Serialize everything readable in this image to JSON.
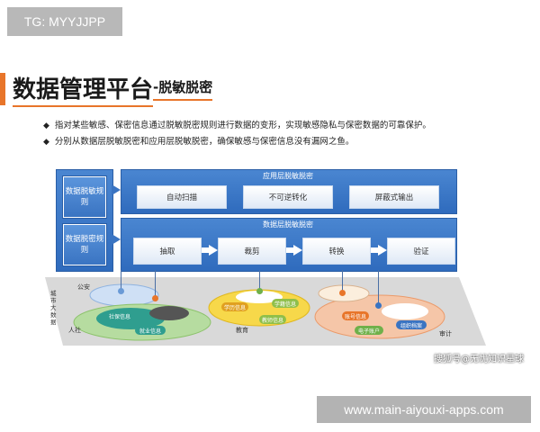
{
  "tag": "TG: MYYJJPP",
  "title": {
    "main": "数据管理平台",
    "sub": "-脱敏脱密"
  },
  "bullets": [
    "指对某些敏感、保密信息通过脱敏脱密规则进行数据的变形，实现敏感隐私与保密数据的可靠保护。",
    "分别从数据层脱敏脱密和应用层脱敏脱密，确保敏感与保密信息没有漏网之鱼。"
  ],
  "diagram": {
    "left_boxes": [
      "数据脱敏规则",
      "数据脱密规则"
    ],
    "app_layer": {
      "header": "应用层脱敏脱密",
      "items": [
        "自动扫描",
        "不可逆转化",
        "屏蔽式输出"
      ]
    },
    "data_layer": {
      "header": "数据层脱敏脱密",
      "steps": [
        "抽取",
        "裁剪",
        "转换",
        "验证"
      ]
    },
    "floor": {
      "side_label": "城市大数据",
      "labels": {
        "gongan": "公安",
        "shehui": "人社",
        "jiaoyu": "教育",
        "shenji": "审计"
      },
      "chips": [
        "社保信息",
        "就业信息",
        "学籍信息",
        "学历信息",
        "教师信息",
        "账号信息",
        "组织档案",
        "电子账户"
      ]
    },
    "colors": {
      "panel": "#3a74c2",
      "accent": "#e8752a"
    }
  },
  "watermark": "搜狐号@无忧知识星球",
  "url": "www.main-aiyouxi-apps.com"
}
